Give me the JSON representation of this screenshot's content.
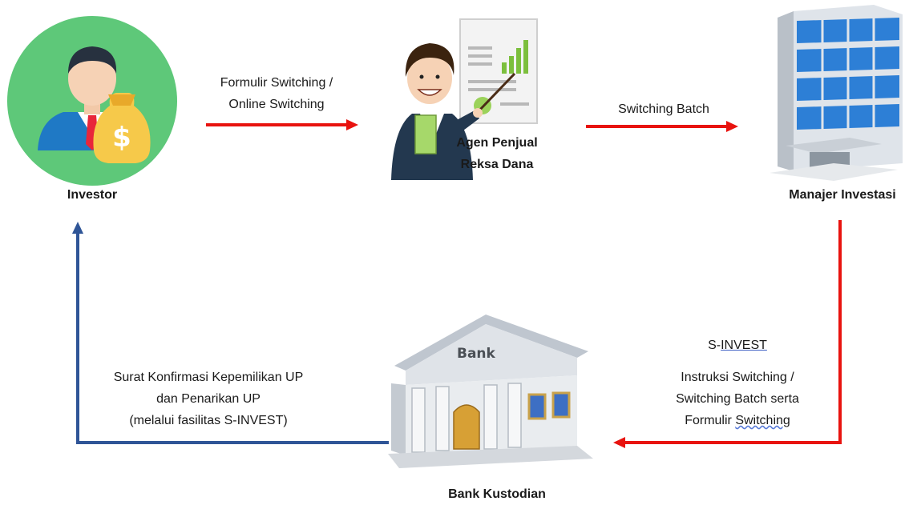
{
  "nodes": {
    "investor": "Investor",
    "agent_line1": "Agen Penjual",
    "agent_line2": "Reksa Dana",
    "manager": "Manajer Investasi",
    "custodian": "Bank Kustodian",
    "bank_sign": "Bank"
  },
  "flows": {
    "investor_to_agent_line1": "Formulir Switching /",
    "investor_to_agent_line2": "Online Switching",
    "agent_to_manager": "Switching Batch",
    "manager_to_custodian_title_prefix": "S-",
    "manager_to_custodian_title_u": "INVEST",
    "manager_to_custodian_line1": "Instruksi Switching /",
    "manager_to_custodian_line2": "Switching Batch serta",
    "manager_to_custodian_line3_prefix": "Formulir ",
    "manager_to_custodian_line3_u": "Switching",
    "custodian_to_investor_line1": "Surat Konfirmasi Kepemilikan UP",
    "custodian_to_investor_line2": "dan Penarikan UP",
    "custodian_to_investor_line3": "(melalui fasilitas S-INVEST)"
  },
  "colors": {
    "red_arrow": "#e8130f",
    "blue_arrow": "#2f5597",
    "investor_circle": "#5ec879"
  }
}
